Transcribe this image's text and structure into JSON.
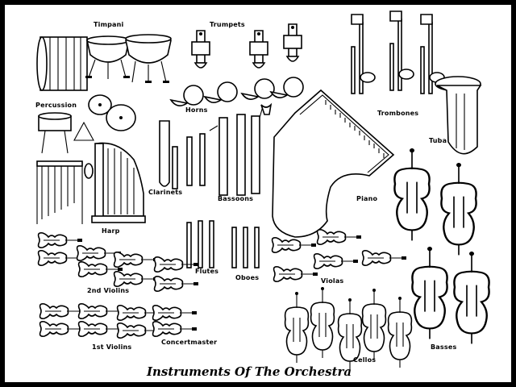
{
  "title": "Instruments Of The Orchestra",
  "labels": {
    "timpani": "Timpani",
    "trumpets": "Trumpets",
    "trombones": "Trombones",
    "percussion": "Percussion",
    "horns": "Horns",
    "tuba": "Tuba",
    "clarinets": "Clarinets",
    "bassoons": "Bassoons",
    "piano": "Piano",
    "harp": "Harp",
    "flutes": "Flutes",
    "oboes": "Oboes",
    "violas": "Violas",
    "second_violins": "2nd Violins",
    "first_violins": "1st Violins",
    "concertmaster": "Concertmaster",
    "cellos": "Cellos",
    "basses": "Basses"
  }
}
